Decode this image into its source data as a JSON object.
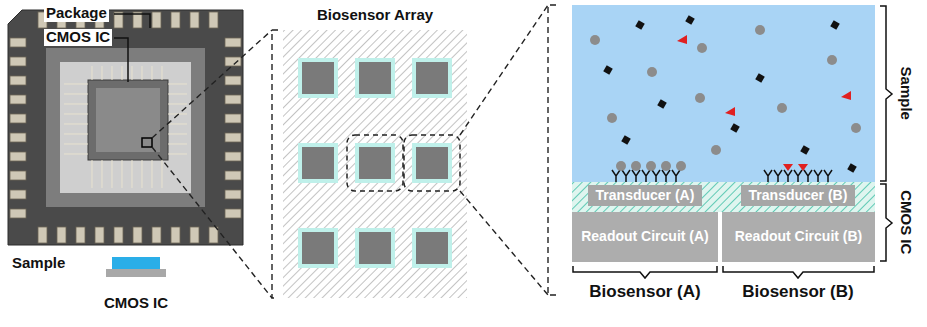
{
  "diagram": {
    "nodes": [
      {
        "text": [
          "Biosensor Array"
        ]
      },
      {
        "text": [
          "Transducer (A)"
        ]
      },
      {
        "text": [
          "Readout Circuit (A)"
        ]
      },
      {
        "text": [
          "Transducer (B)"
        ]
      },
      {
        "text": [
          "Readout Circuit (B)"
        ]
      }
    ],
    "labels": [
      "Package",
      "CMOS IC",
      "Sample",
      "CMOS IC",
      "Sample",
      "CMOS IC",
      "Biosensor (A)",
      "Biosensor (B)"
    ]
  }
}
